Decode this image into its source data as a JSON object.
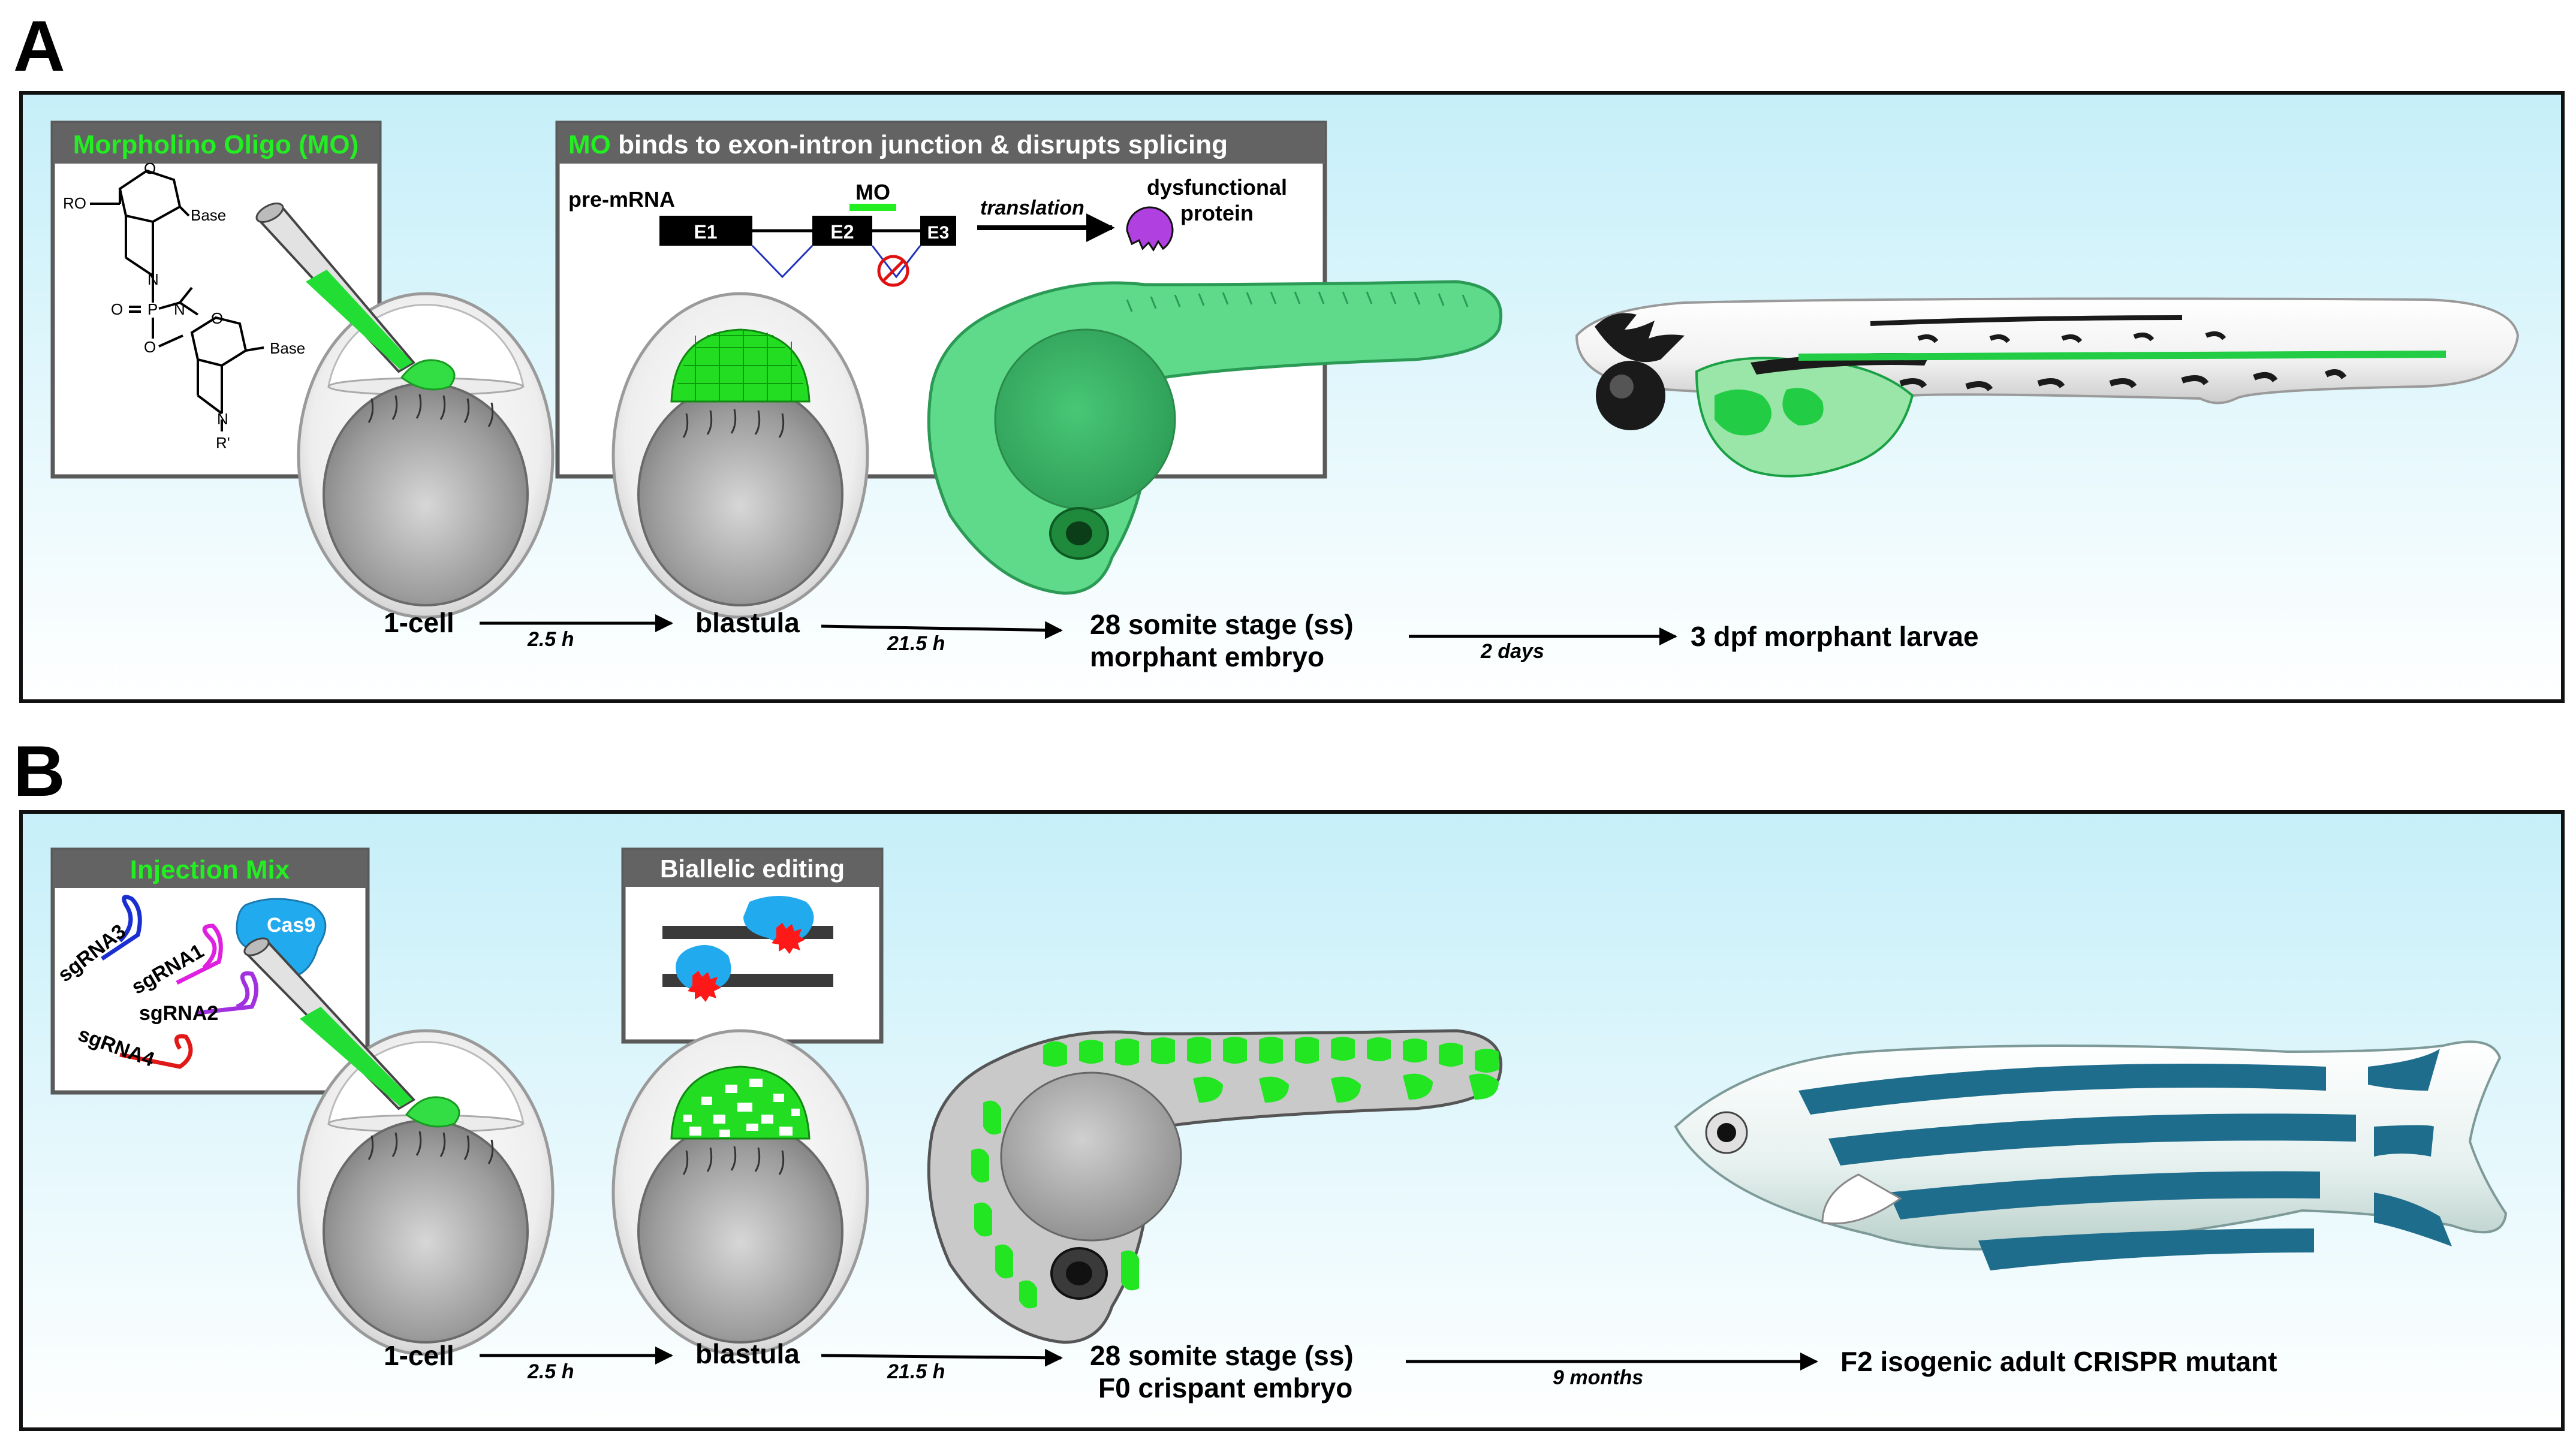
{
  "panel_a": {
    "letter": "A",
    "mo_box": {
      "title": "Morpholino Oligo (MO)",
      "struct_ro": "RO",
      "struct_base1": "Base",
      "struct_n1": "N",
      "struct_o_ring1": "O",
      "struct_o_dbl": "O",
      "struct_p": "P",
      "struct_n2": "N",
      "struct_o_link": "O",
      "struct_o_ring2": "O",
      "struct_base2": "Base",
      "struct_n3": "N",
      "struct_r": "R'"
    },
    "splice_box": {
      "title_mo": "MO",
      "title_rest": " binds to exon-intron junction & disrupts splicing",
      "pre_mrna": "pre-mRNA",
      "e1": "E1",
      "e2": "E2",
      "e3": "E3",
      "mo_label": "MO",
      "translation": "translation",
      "protein_line1": "dysfunctional",
      "protein_line2": "protein"
    },
    "timeline": {
      "stage1": "1-cell",
      "t1": "2.5 h",
      "stage2": "blastula",
      "t2": "21.5 h",
      "stage3_line1": "28 somite stage (ss)",
      "stage3_line2": "morphant embryo",
      "t3": "2 days",
      "stage4": "3 dpf morphant larvae"
    }
  },
  "panel_b": {
    "letter": "B",
    "mix_box": {
      "title": "Injection Mix",
      "sgrna1": "sgRNA1",
      "sgrna2": "sgRNA2",
      "sgrna3": "sgRNA3",
      "sgrna4": "sgRNA4",
      "cas9": "Cas9"
    },
    "edit_box": {
      "title": "Biallelic editing"
    },
    "timeline": {
      "stage1": "1-cell",
      "t1": "2.5 h",
      "stage2": "blastula",
      "t2": "21.5 h",
      "stage3_line1": "28 somite stage (ss)",
      "stage3_line2": "F0 crispant embryo",
      "t3": "9 months",
      "stage4": "F2 isogenic adult CRISPR mutant"
    }
  },
  "colors": {
    "green_text": "#22ee22",
    "box_header": "#636363",
    "panel_bg_top": "#c8f0fa",
    "embryo_green": "#5fd98a",
    "crispant_green": "#22e622",
    "stripe_blue": "#1f6d8c"
  }
}
